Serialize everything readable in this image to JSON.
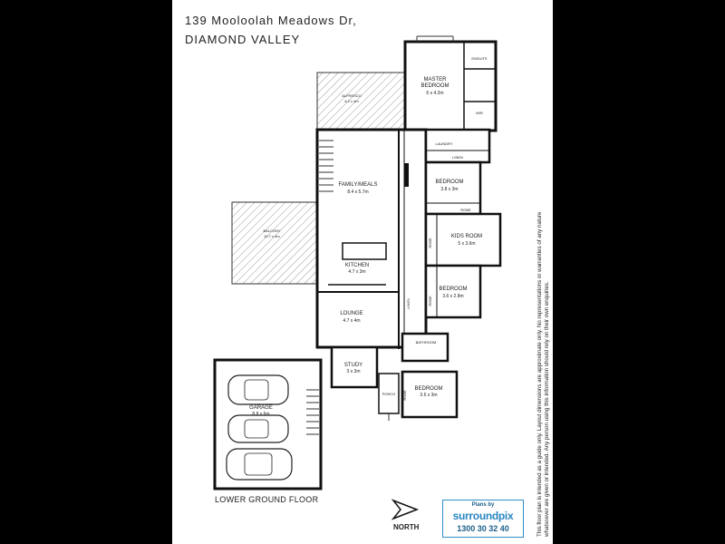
{
  "header": {
    "address_line1": "139 Mooloolah Meadows Dr,",
    "address_line2": "DIAMOND VALLEY"
  },
  "rooms": {
    "master_bedroom": {
      "name_line1": "MASTER",
      "name_line2": "BEDROOM",
      "dims": "6 x 4.2m"
    },
    "ensuite": {
      "name": "ENSUITE"
    },
    "wir": {
      "name": "WIR"
    },
    "alfresco": {
      "name": "ALFRESCO",
      "dims": "6.2 x 4m"
    },
    "laundry": {
      "name": "LAUNDRY"
    },
    "linen_top": {
      "name": "LINEN"
    },
    "family_meals": {
      "name": "FAMILY/MEALS",
      "dims": "8.4 x 5.7m"
    },
    "bedroom_1": {
      "name": "BEDROOM",
      "dims": "3.8 x 3m"
    },
    "robe_1": {
      "name": "ROBE"
    },
    "balcony": {
      "name": "BALCONY",
      "dims": "10.7 x 4m"
    },
    "kids_room": {
      "name": "KIDS ROOM",
      "dims": "5 x 3.6m"
    },
    "robe_kids": {
      "name": "ROBE"
    },
    "kitchen": {
      "name": "KITCHEN",
      "dims": "4.7 x 3m"
    },
    "bedroom_2": {
      "name": "BEDROOM",
      "dims": "3.6 x 2.8m"
    },
    "robe_2": {
      "name": "ROBE"
    },
    "linen_hall": {
      "name": "LINEN"
    },
    "lounge": {
      "name": "LOUNGE",
      "dims": "4.7 x 4m"
    },
    "bathroom": {
      "name": "BATHROOM"
    },
    "study": {
      "name": "STUDY",
      "dims": "3 x 3m"
    },
    "garage": {
      "name": "GARAGE",
      "dims": "8.8 x 6m"
    },
    "porch": {
      "name": "PORCH"
    },
    "robe_3": {
      "name": "ROBE"
    },
    "bedroom_3": {
      "name": "BEDROOM",
      "dims": "3.6 x 3m"
    }
  },
  "footer": {
    "floor_label": "LOWER GROUND FLOOR",
    "north_label": "NORTH",
    "logo_plans_by": "Plans by",
    "logo_name": "surroundpix",
    "logo_phone": "1300 30 32 40",
    "disclaimer": "This floor plan is intended as a guide only. Layout dimensions are approximate only. No representations or warranties of any nature whatsoever are given or intended. Any person using this information should rely on their own enquiries."
  }
}
